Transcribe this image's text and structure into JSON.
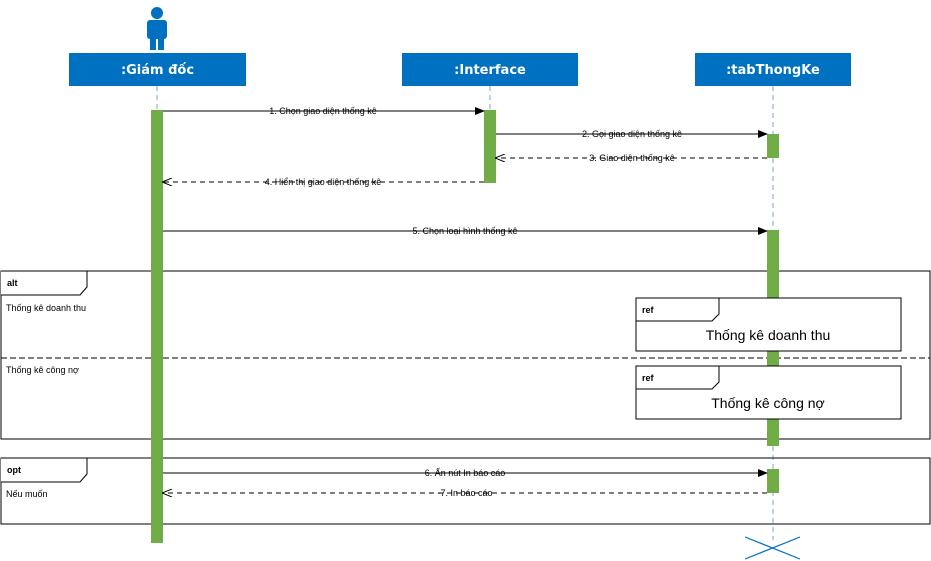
{
  "colors": {
    "lifeline_head": "#0070c0",
    "activation": "#70ad47",
    "actor": "#0070c0",
    "line": "#000000"
  },
  "lifelines": {
    "director": ":Giám đốc",
    "interface": ":Interface",
    "tab": ":tabThongKe"
  },
  "messages": {
    "m1": "1. Chọn giao diện thống kê",
    "m2": "2. Gọi giao diện thống kê",
    "m3": "3. Giao diện thống kê",
    "m4": "4. Hiển thị giao diện thống kê",
    "m5": "5. Chọn loại hình thống kê",
    "m6": "6. Ấn nút In báo cáo",
    "m7": "-7. In báo cáo"
  },
  "frames": {
    "alt": {
      "operator": "alt",
      "guard1": "Thống kê doanh thu",
      "guard2": "Thống kê công nợ"
    },
    "opt": {
      "operator": "opt",
      "guard": "Nếu muốn"
    }
  },
  "refs": {
    "ref1": {
      "tag": "ref",
      "title": "Thống kê doanh thu"
    },
    "ref2": {
      "tag": "ref",
      "title": "Thống kê công nợ"
    }
  },
  "icons": {
    "actor": "actor-icon",
    "destroy": "destruction-x-icon"
  }
}
